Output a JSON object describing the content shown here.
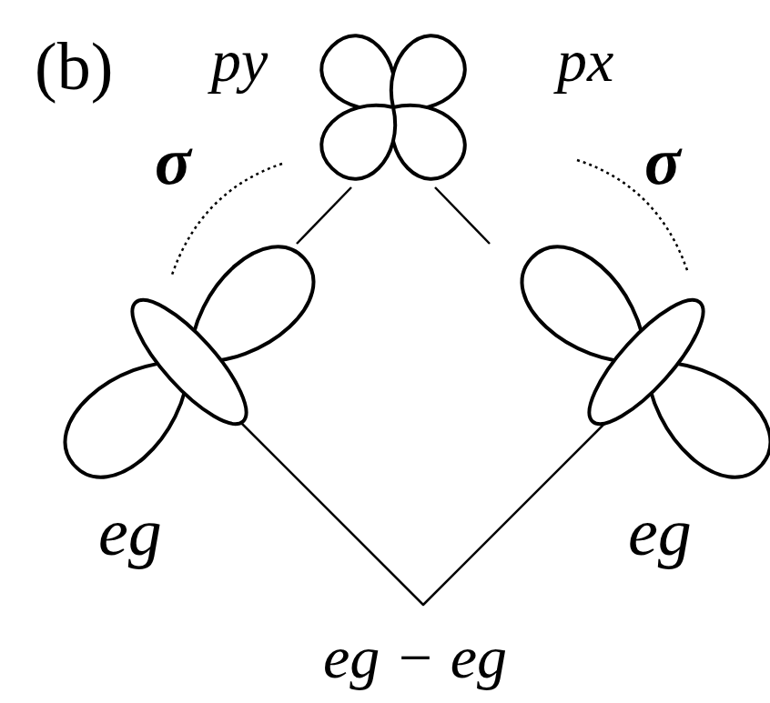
{
  "diagram": {
    "labels": [
      "(b)",
      "py",
      "px",
      "σ",
      "σ",
      "eg",
      "eg",
      "eg − eg"
    ]
  }
}
